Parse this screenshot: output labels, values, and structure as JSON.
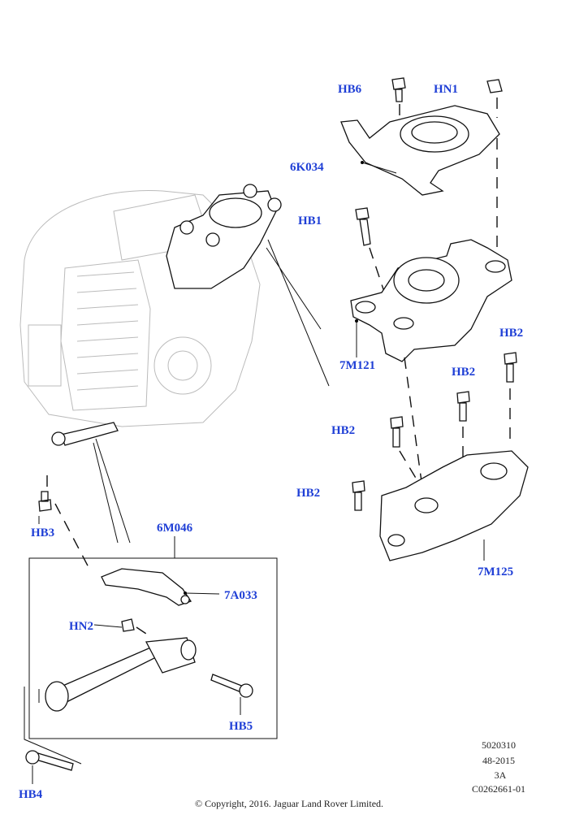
{
  "labels": {
    "hb6": "HB6",
    "hn1": "HN1",
    "k6k034": "6K034",
    "hb1": "HB1",
    "m7m121": "7M121",
    "hb2_a": "HB2",
    "hb2_b": "HB2",
    "hb2_c": "HB2",
    "hb2_d": "HB2",
    "m7m125": "7M125",
    "hb3": "HB3",
    "m6m046": "6M046",
    "a7a033": "7A033",
    "hn2": "HN2",
    "hb5": "HB5",
    "hb4": "HB4"
  },
  "meta": {
    "code1": "5020310",
    "code2": "48-2015",
    "code3": "3A",
    "code4": "C0262661-01",
    "copyright": "© Copyright, 2016. Jaguar Land Rover Limited."
  },
  "colors": {
    "label": "#1f3fd6"
  }
}
